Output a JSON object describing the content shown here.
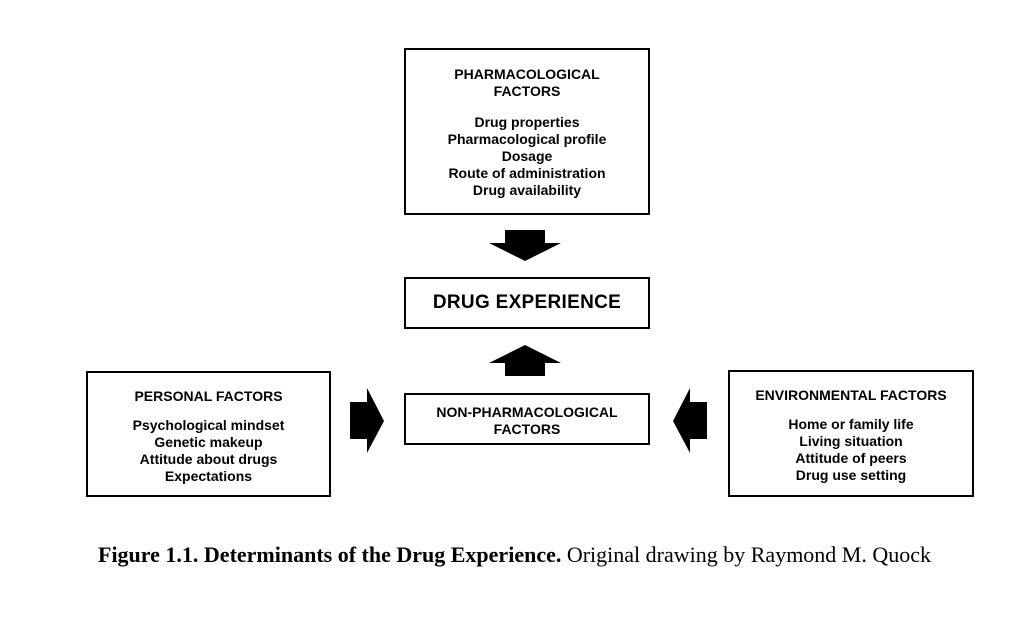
{
  "pharmacological": {
    "title_line1": "PHARMACOLOGICAL",
    "title_line2": "FACTORS",
    "items": [
      "Drug properties",
      "Pharmacological profile",
      "Dosage",
      "Route of administration",
      "Drug availability"
    ]
  },
  "drug_experience": {
    "title": "DRUG EXPERIENCE"
  },
  "non_pharmacological": {
    "title_line1": "NON-PHARMACOLOGICAL",
    "title_line2": "FACTORS"
  },
  "personal": {
    "title": "PERSONAL FACTORS",
    "items": [
      "Psychological mindset",
      "Genetic makeup",
      "Attitude about drugs",
      "Expectations"
    ]
  },
  "environmental": {
    "title": "ENVIRONMENTAL FACTORS",
    "items": [
      "Home or family life",
      "Living situation",
      "Attitude of peers",
      "Drug use setting"
    ]
  },
  "caption": {
    "bold_part": "Figure 1.1.  Determinants of the Drug Experience.",
    "regular_part": "  Original drawing by Raymond M. Quock"
  }
}
